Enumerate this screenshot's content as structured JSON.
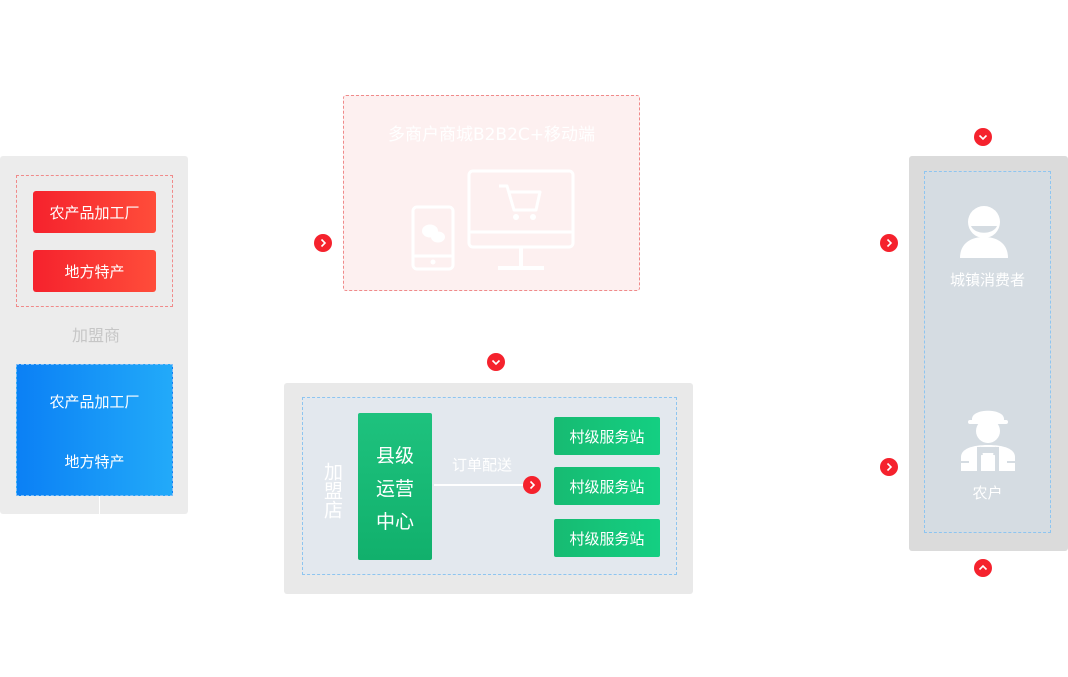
{
  "left": {
    "red_items": [
      "农产品加工厂",
      "地方特产"
    ],
    "merchant_label": "加盟商",
    "blue_items": [
      "农产品加工厂",
      "地方特产"
    ]
  },
  "mall": {
    "title": "多商户商城B2B2C+移动端"
  },
  "franchise": {
    "label": "加盟店",
    "county_lines": [
      "县级",
      "运营",
      "中心"
    ],
    "order_label": "订单配送",
    "villages": [
      "村级服务站",
      "村级服务站",
      "村级服务站"
    ]
  },
  "right": {
    "consumer_label": "城镇消费者",
    "farmer_label": "农户"
  },
  "colors": {
    "accent_red": "#f5222d",
    "accent_blue": "#0b80f5",
    "accent_green": "#17bb72"
  },
  "icons": [
    "chevron-right-icon",
    "chevron-down-icon",
    "chevron-up-icon",
    "phone-wechat-icon",
    "monitor-cart-icon",
    "consumer-person-icon",
    "farmer-person-icon"
  ]
}
